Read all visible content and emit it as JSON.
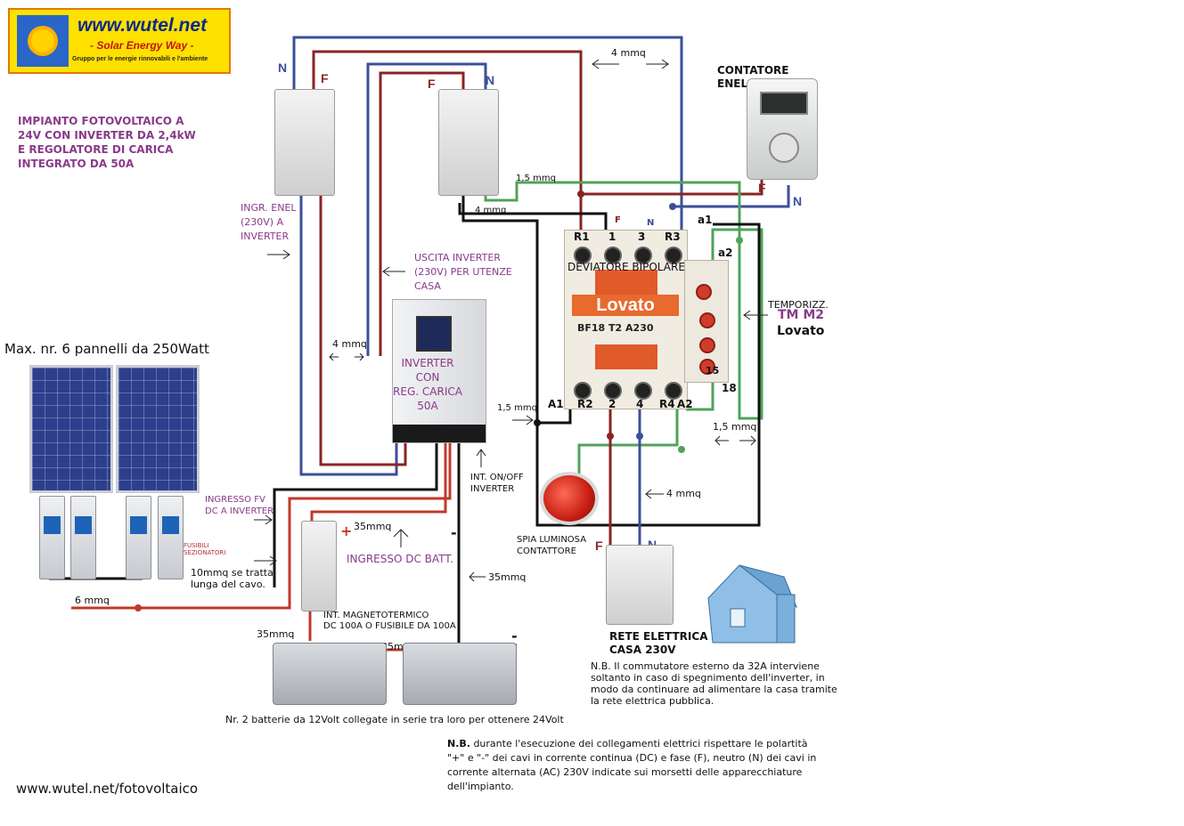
{
  "logo": {
    "site": "www.wutel.net",
    "tagline": "- Solar Energy Way -",
    "subtitle": "Gruppo per le energie rinnovabili e l'ambiente"
  },
  "title_lines": [
    "IMPIANTO FOTOVOLTAICO A",
    "24V CON INVERTER DA 2,4kW",
    "E REGOLATORE DI CARICA",
    "INTEGRATO DA 50A"
  ],
  "labels": {
    "ingr_enel": [
      "INGR. ENEL",
      "(230V) A",
      "INVERTER"
    ],
    "uscita_inverter": [
      "USCITA INVERTER",
      "(230V) PER UTENZE",
      "CASA"
    ],
    "pannelli": "Max. nr. 6 pannelli da 250Watt",
    "inverter": [
      "INVERTER",
      "CON",
      "REG. CARICA",
      "50A"
    ],
    "int_onoff": [
      "INT. ON/OFF",
      "INVERTER"
    ],
    "ingresso_fv": [
      "INGRESSO FV",
      "DC A INVERTER"
    ],
    "fusibili": [
      "FUSIBILI",
      "SEZIONATORI"
    ],
    "mmq10": [
      "10mmq se tratta",
      "lunga del cavo."
    ],
    "ingresso_dc_batt": "INGRESSO DC BATT.",
    "int_magneto": [
      "INT. MAGNETOTERMICO",
      "DC 100A O FUSIBILE DA 100A"
    ],
    "batterie": "Nr. 2 batterie da 12Volt collegate in serie tra loro per ottenere 24Volt",
    "contatore": [
      "CONTATORE",
      "ENEL"
    ],
    "deviatore": "DEVIATORE BIPOLARE",
    "lovato_brand": "Lovato",
    "contactor_model": "BF18 T2 A230",
    "temporizz": "TEMPORIZZ.",
    "tm_m2": "TM M2",
    "lovato": "Lovato",
    "spia": [
      "SPIA LUMINOSA",
      "CONTATTORE"
    ],
    "rete": [
      "RETE ELETTRICA",
      "CASA 230V"
    ],
    "nb_commutatore": [
      "N.B. Il commutatore esterno da 32A interviene",
      "soltanto in caso di spegnimento dell'inverter, in",
      "modo da continuare ad alimentare la casa tramite",
      "la rete elettrica pubblica."
    ],
    "nb_polarita_head": "N.B.",
    "nb_polarita": [
      " durante l'esecuzione dei collegamenti elettrici rispettare le polartità",
      "\"+\" e \"-\" dei cavi in corrente continua (DC) e fase (F), neutro (N) dei cavi in",
      "corrente alternata (AC) 230V indicate sui morsetti delle apparecchiature",
      "dell'impianto."
    ],
    "footer_url": "www.wutel.net/fotovoltaico"
  },
  "wire_sizes": {
    "top": "4 mmq",
    "left": "4 mmq",
    "mid1": "1,5 mmq",
    "mid2": "4 mmq",
    "a1": "1,5 mmq",
    "right": "1,5 mmq",
    "lamp": "4 mmq",
    "pv": "6 mmq",
    "batt35a": "35mmq",
    "batt35b": "35mmq",
    "batt35c": "35mmq",
    "batt35d": "35mmq"
  },
  "terminals": {
    "top": [
      "R1",
      "1",
      "3",
      "R3"
    ],
    "bottom": [
      "A1",
      "R2",
      "2",
      "4",
      "R4",
      "A2"
    ],
    "a1": "a1",
    "a2": "a2",
    "t15": "15",
    "t18": "18",
    "f_small": "F",
    "n_small": "N"
  },
  "conductors": {
    "N": "N",
    "F": "F",
    "plus": "+",
    "minus": "-"
  },
  "colors": {
    "neutral": "#3b4f9a",
    "phase": "#8a2323",
    "green": "#4fa35a",
    "black": "#111111",
    "dc_red": "#c0392b",
    "purple_text": "#8a3a8a"
  }
}
